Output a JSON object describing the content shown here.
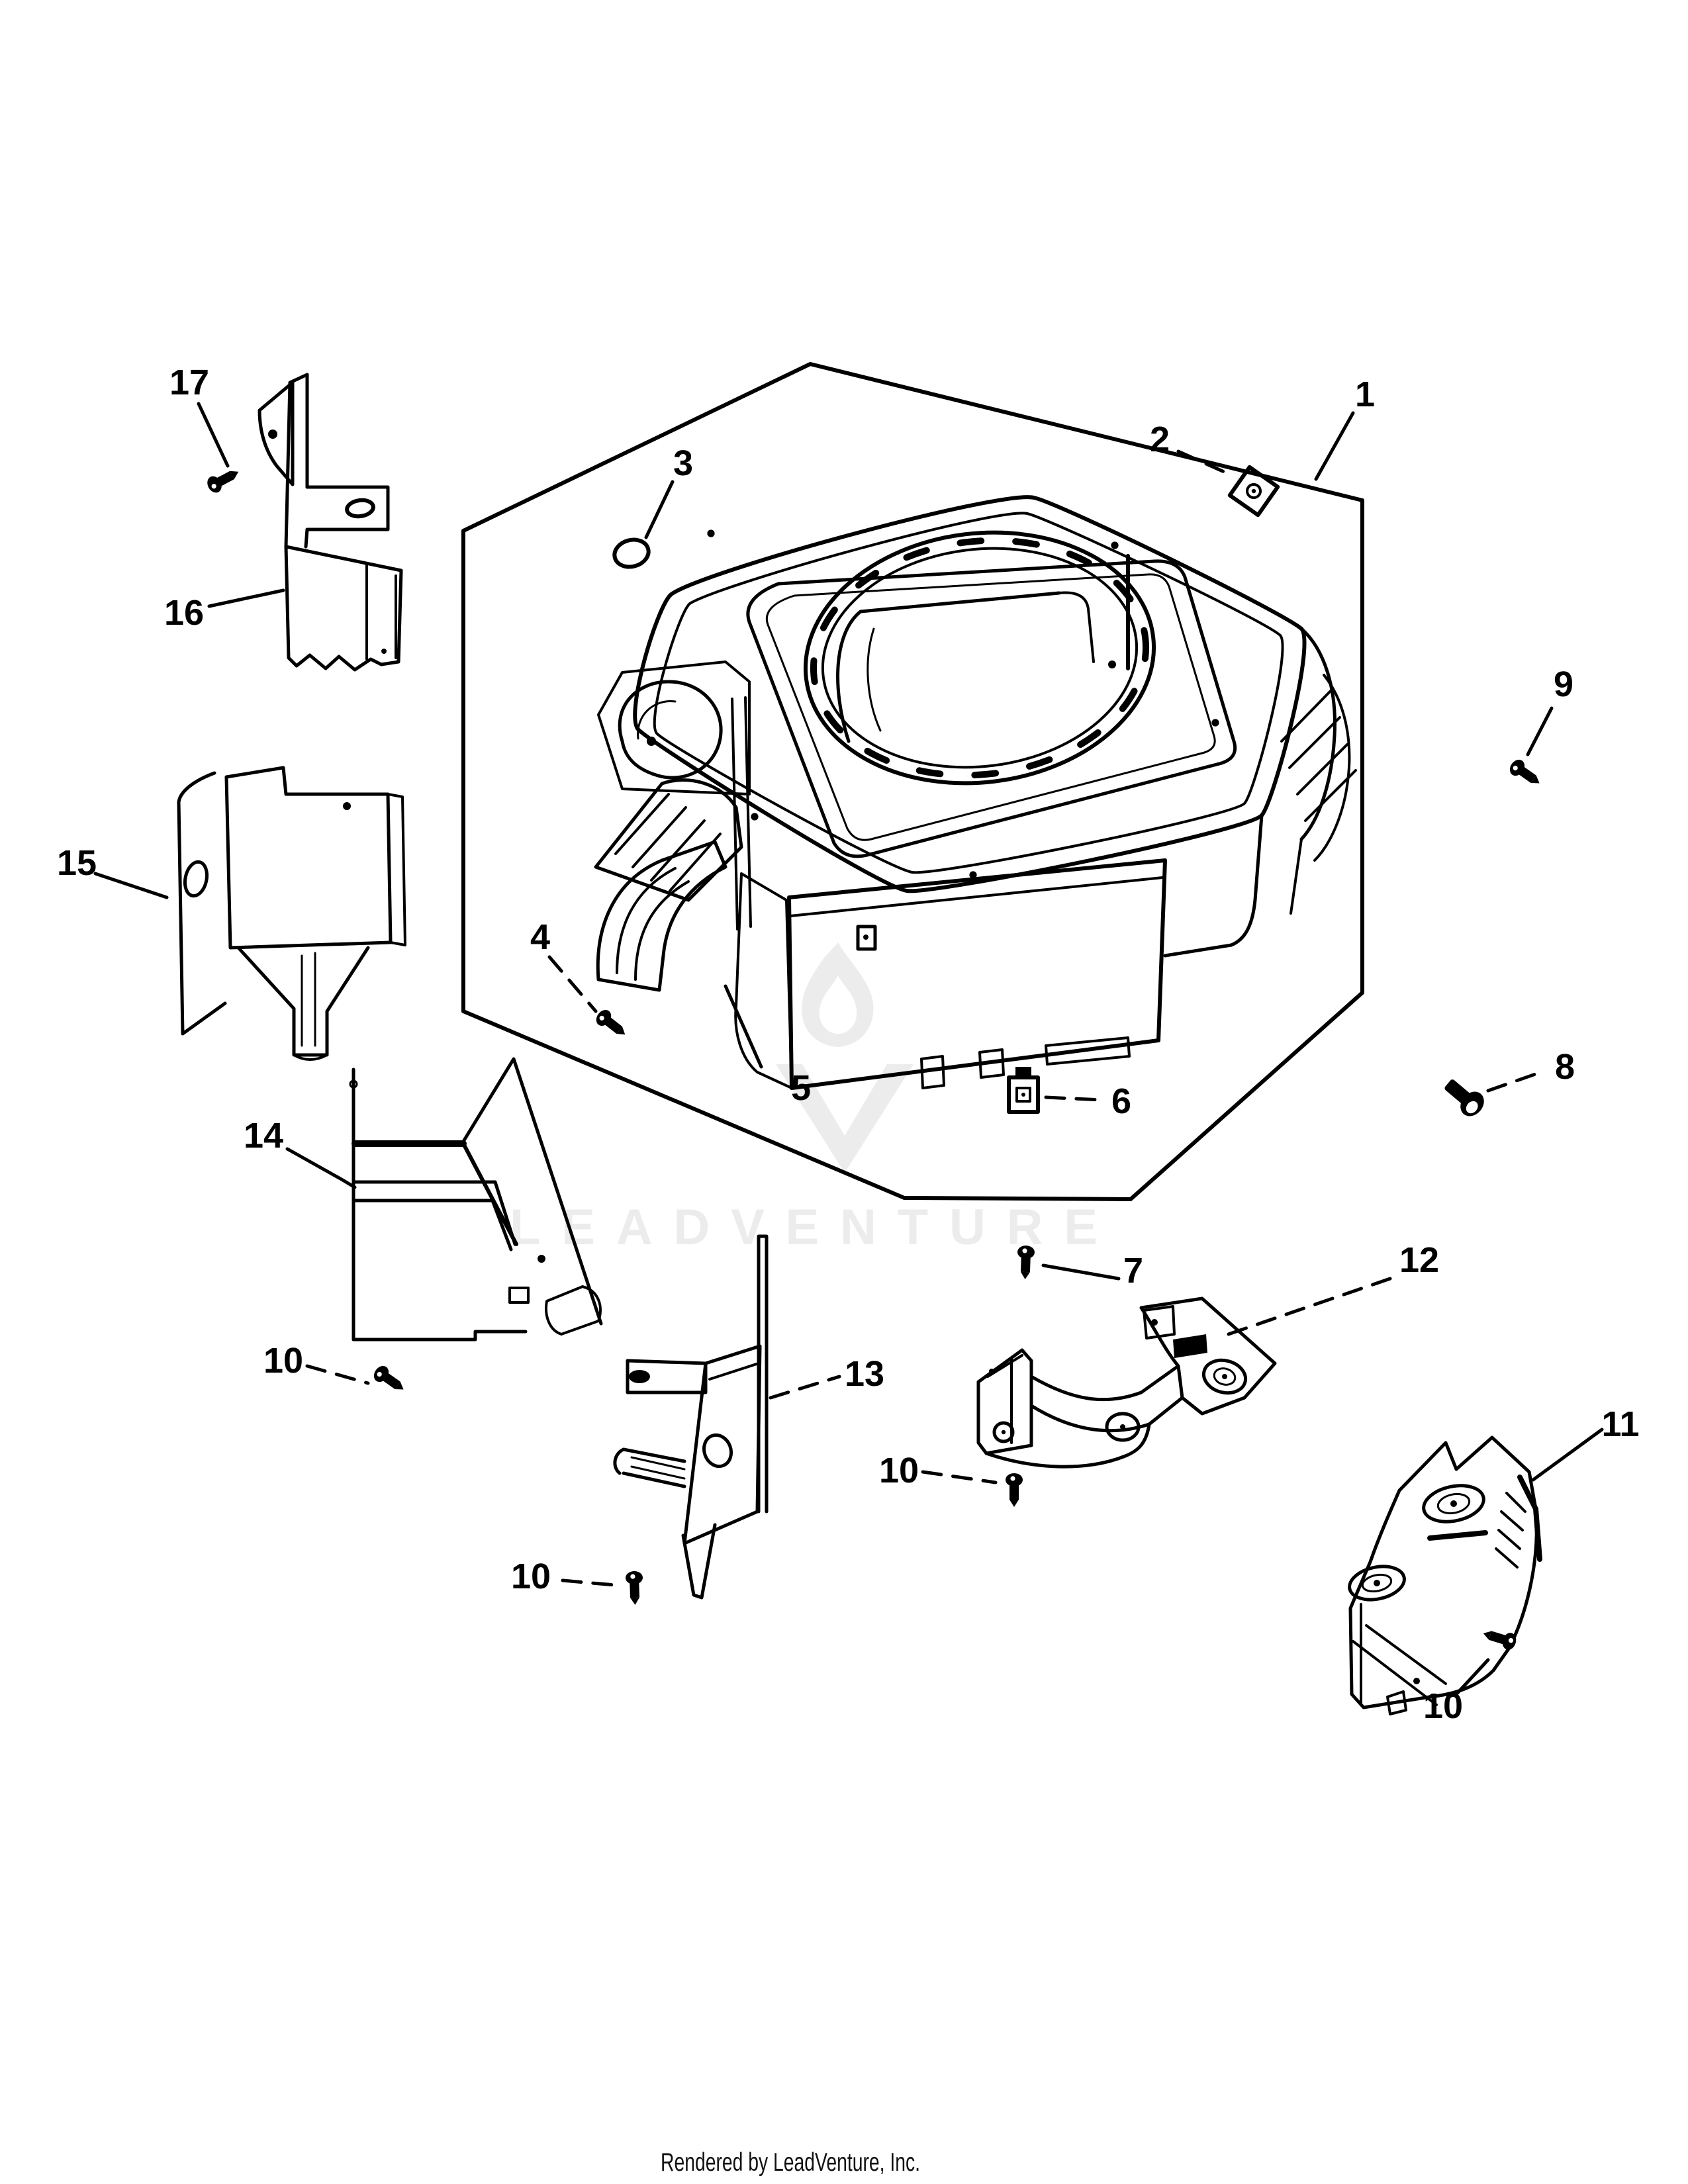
{
  "page": {
    "background": "#ffffff"
  },
  "diagram": {
    "type": "exploded-parts-diagram",
    "subject": "engine blower housing and baffles",
    "line_color": "#000000",
    "watermark": {
      "text": "LEADVENTURE",
      "color": "#ececec"
    },
    "footer": {
      "text": "Rendered by LeadVenture, Inc.",
      "color": "#111111"
    },
    "callouts": [
      {
        "label": "1"
      },
      {
        "label": "2"
      },
      {
        "label": "3"
      },
      {
        "label": "4"
      },
      {
        "label": "5"
      },
      {
        "label": "6"
      },
      {
        "label": "7"
      },
      {
        "label": "8"
      },
      {
        "label": "9"
      },
      {
        "label": "10"
      },
      {
        "label": "10"
      },
      {
        "label": "10"
      },
      {
        "label": "10"
      },
      {
        "label": "11"
      },
      {
        "label": "12"
      },
      {
        "label": "13"
      },
      {
        "label": "14"
      },
      {
        "label": "15"
      },
      {
        "label": "16"
      },
      {
        "label": "17"
      }
    ]
  }
}
